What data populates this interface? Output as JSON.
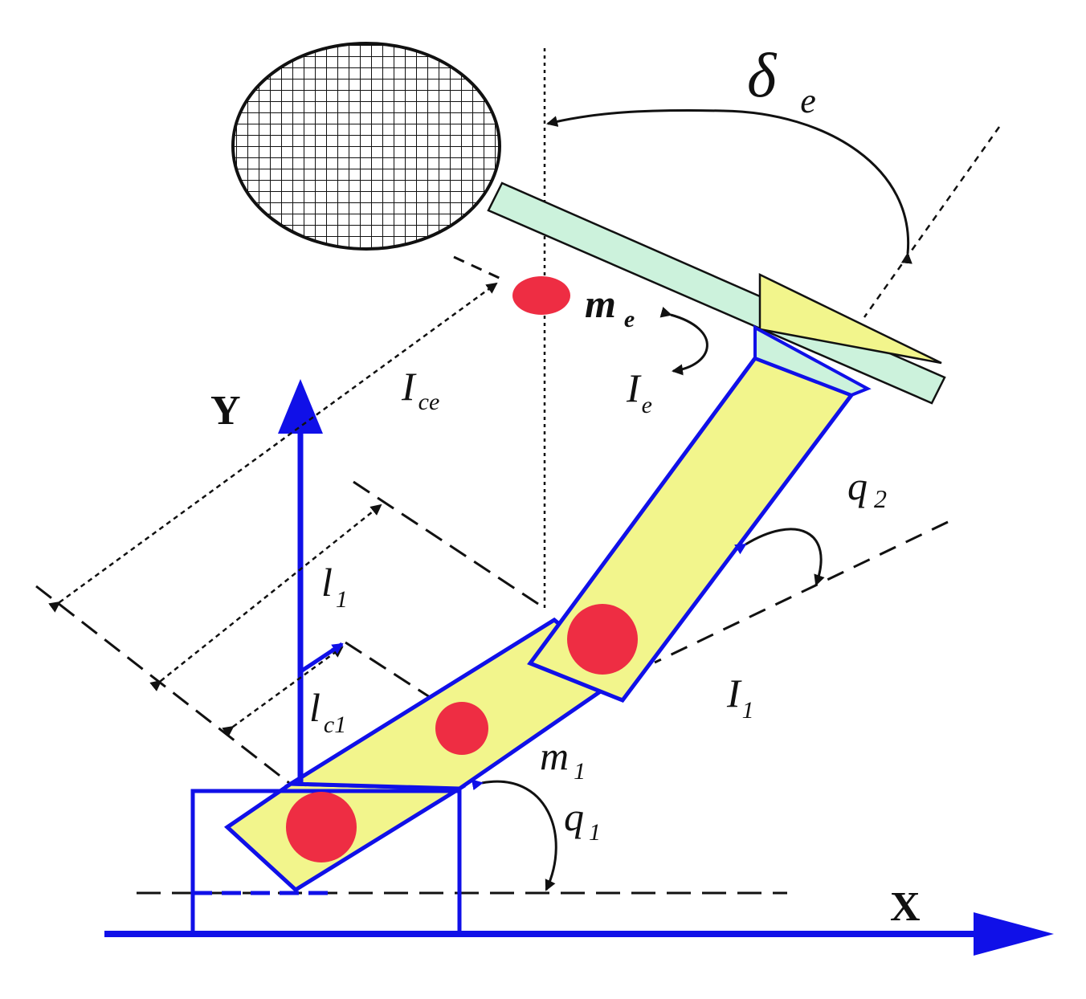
{
  "labels": {
    "delta": {
      "main": "δ",
      "sub": "e"
    },
    "m_e": {
      "main": "m",
      "sub": "e"
    },
    "I_ce": {
      "main": "I",
      "sub": "ce"
    },
    "I_e": {
      "main": "I",
      "sub": "e"
    },
    "Y": "Y",
    "X": "X",
    "q2": {
      "main": "q",
      "sub": "2"
    },
    "l1": {
      "main": "l",
      "sub": "1"
    },
    "lc1": {
      "main": "l",
      "sub": "c1"
    },
    "I1": {
      "main": "I",
      "sub": "1"
    },
    "m1": {
      "main": "m",
      "sub": "1"
    },
    "q1": {
      "main": "q",
      "sub": "1"
    }
  },
  "colors": {
    "axis": "#1010e8",
    "link_fill": "#f2f58c",
    "handle_fill": "#ccf2dc",
    "mass": "#ee2d43",
    "line": "#111111"
  }
}
